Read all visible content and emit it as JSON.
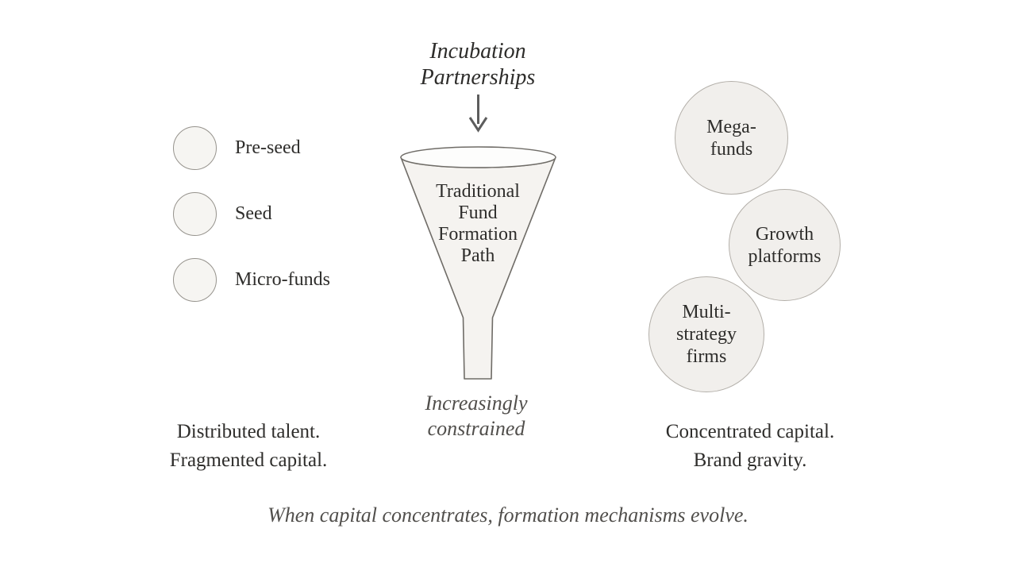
{
  "colors": {
    "background": "#ffffff",
    "ink": "#2e2d2b",
    "muted": "#514f4c",
    "dot-fill": "#f6f5f2",
    "dot-border": "#96938d",
    "bubble-fill": "#f1efec",
    "bubble-border": "#b3afa9",
    "funnel-fill": "#f5f3f0",
    "funnel-mouth": "#fdfdfc",
    "funnel-stroke": "#6f6c67",
    "arrow": "#5d5d5d"
  },
  "left": {
    "items": [
      {
        "label": "Pre-seed"
      },
      {
        "label": "Seed"
      },
      {
        "label": "Micro-funds"
      }
    ],
    "caption": {
      "line1": "Distributed talent.",
      "line2": "Fragmented capital."
    }
  },
  "center": {
    "title_line1": "Incubation",
    "title_line2": "Partnerships",
    "arrow_icon": "down-arrow",
    "funnel": {
      "line1": "Traditional",
      "line2": "Fund",
      "line3": "Formation",
      "line4": "Path"
    },
    "caption": {
      "line1": "Increasingly",
      "line2": "constrained"
    }
  },
  "right": {
    "bubbles": [
      {
        "line1": "Mega-",
        "line2": "funds"
      },
      {
        "line1": "Growth",
        "line2": "platforms"
      },
      {
        "line1": "Multi-",
        "line2": "strategy",
        "line3": "firms"
      }
    ],
    "caption": {
      "line1": "Concentrated capital.",
      "line2": "Brand gravity."
    }
  },
  "footer": {
    "caption": "When capital concentrates, formation mechanisms evolve."
  }
}
